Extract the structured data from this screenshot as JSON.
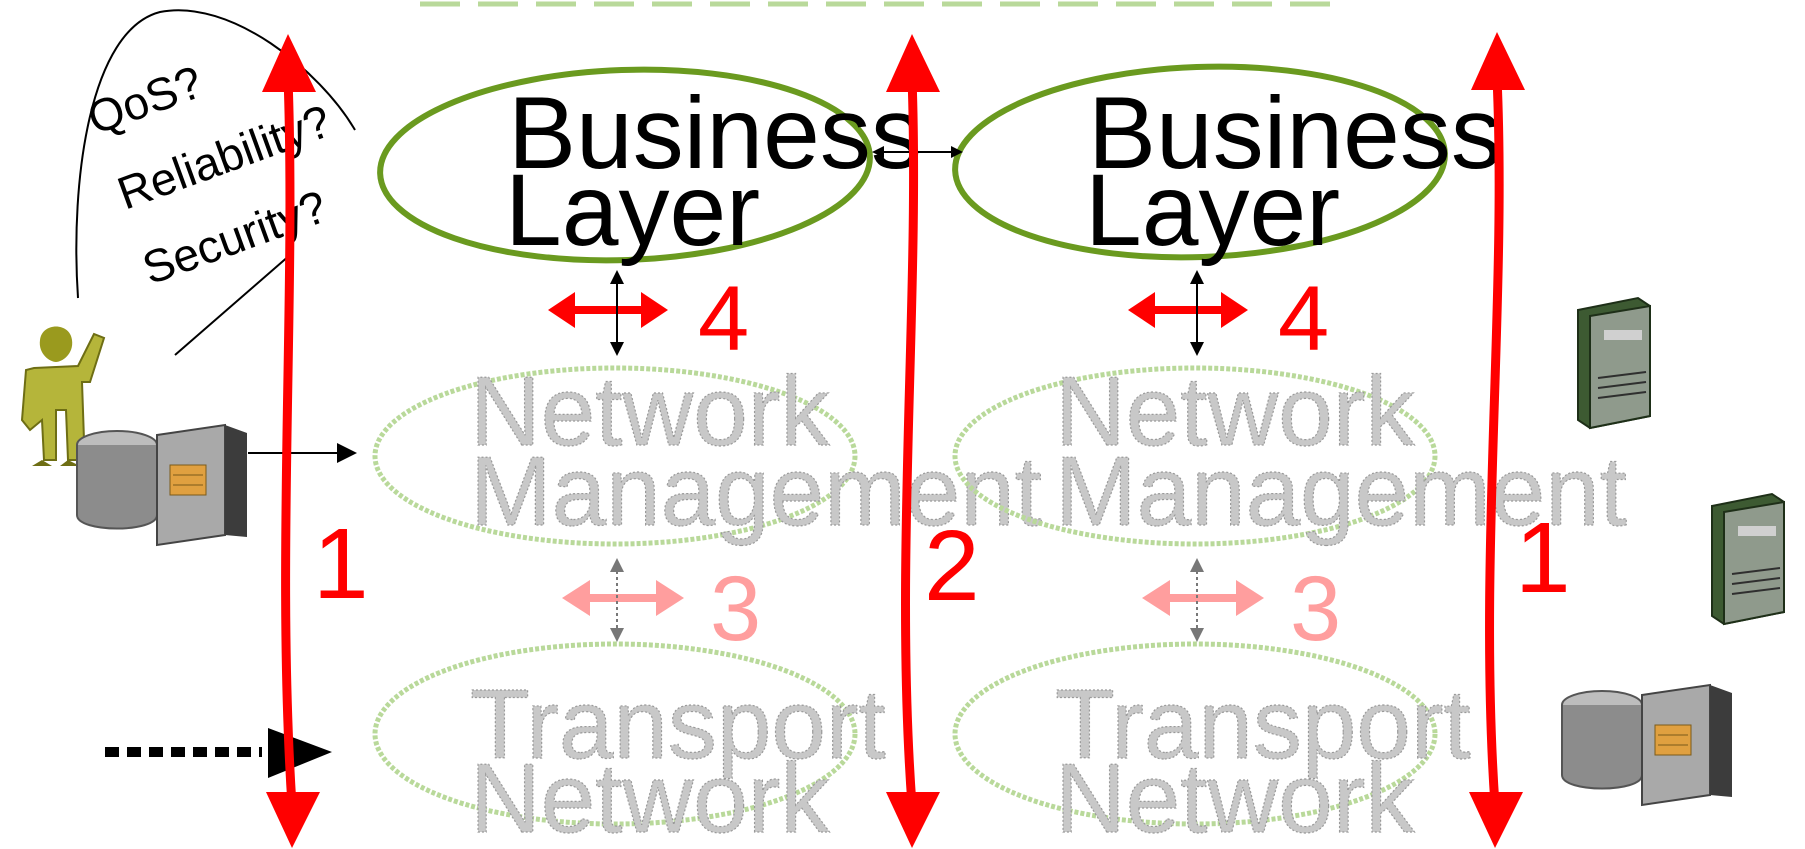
{
  "colors": {
    "business_ellipse": "#6a9a1f",
    "faded_ellipse": "#b9d99a",
    "red_arrow": "#ff0000",
    "faded_red": "#ff9e9e",
    "black": "#000000",
    "faded_text": "#c8c8c8",
    "server_dark": "#2f4a2a",
    "disk_gray": "#8c8c8c",
    "person_olive": "#9a9a1e"
  },
  "questions": {
    "qos": "QoS?",
    "reliability": "Reliability?",
    "security": "Security?"
  },
  "domains": [
    {
      "business_line1": "Business",
      "business_line2": "Layer",
      "network_line1": "Network",
      "network_line2": "Management",
      "transport_line1": "Transport",
      "transport_line2": "Network",
      "label_upper": "4",
      "label_lower": "3"
    },
    {
      "business_line1": "Business",
      "business_line2": "Layer",
      "network_line1": "Network",
      "network_line2": "Management",
      "transport_line1": "Transport",
      "transport_line2": "Network",
      "label_upper": "4",
      "label_lower": "3"
    }
  ],
  "vertical_labels": [
    "1",
    "2",
    "1"
  ],
  "icons": {
    "person": "person-icon",
    "server_left": "database-server-icon",
    "server_right_top": "tower-server-icon",
    "server_right_mid": "tower-server-icon",
    "server_right_bottom": "database-server-icon"
  }
}
